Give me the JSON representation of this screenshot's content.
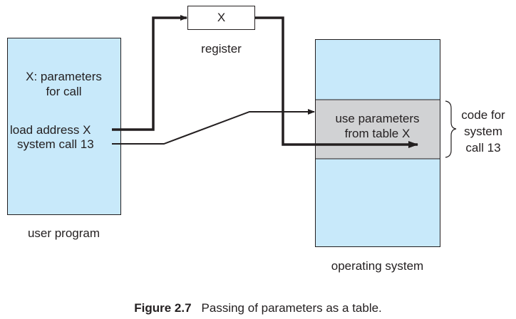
{
  "user_program": {
    "label": "user program",
    "text_params_1": "X: parameters",
    "text_params_2": "for call",
    "text_load": "load address X",
    "text_syscall": "system call 13"
  },
  "register": {
    "value": "X",
    "label": "register"
  },
  "operating_system": {
    "label": "operating system",
    "code_line_1": "use parameters",
    "code_line_2": "from table X",
    "brace_line_1": "code for",
    "brace_line_2": "system",
    "brace_line_3": "call 13"
  },
  "caption": {
    "figure": "Figure 2.7",
    "text": "Passing of parameters as a table."
  },
  "colors": {
    "memory_fill": "#c8e9fa",
    "code_fill": "#d1d2d4",
    "line": "#231f20"
  }
}
